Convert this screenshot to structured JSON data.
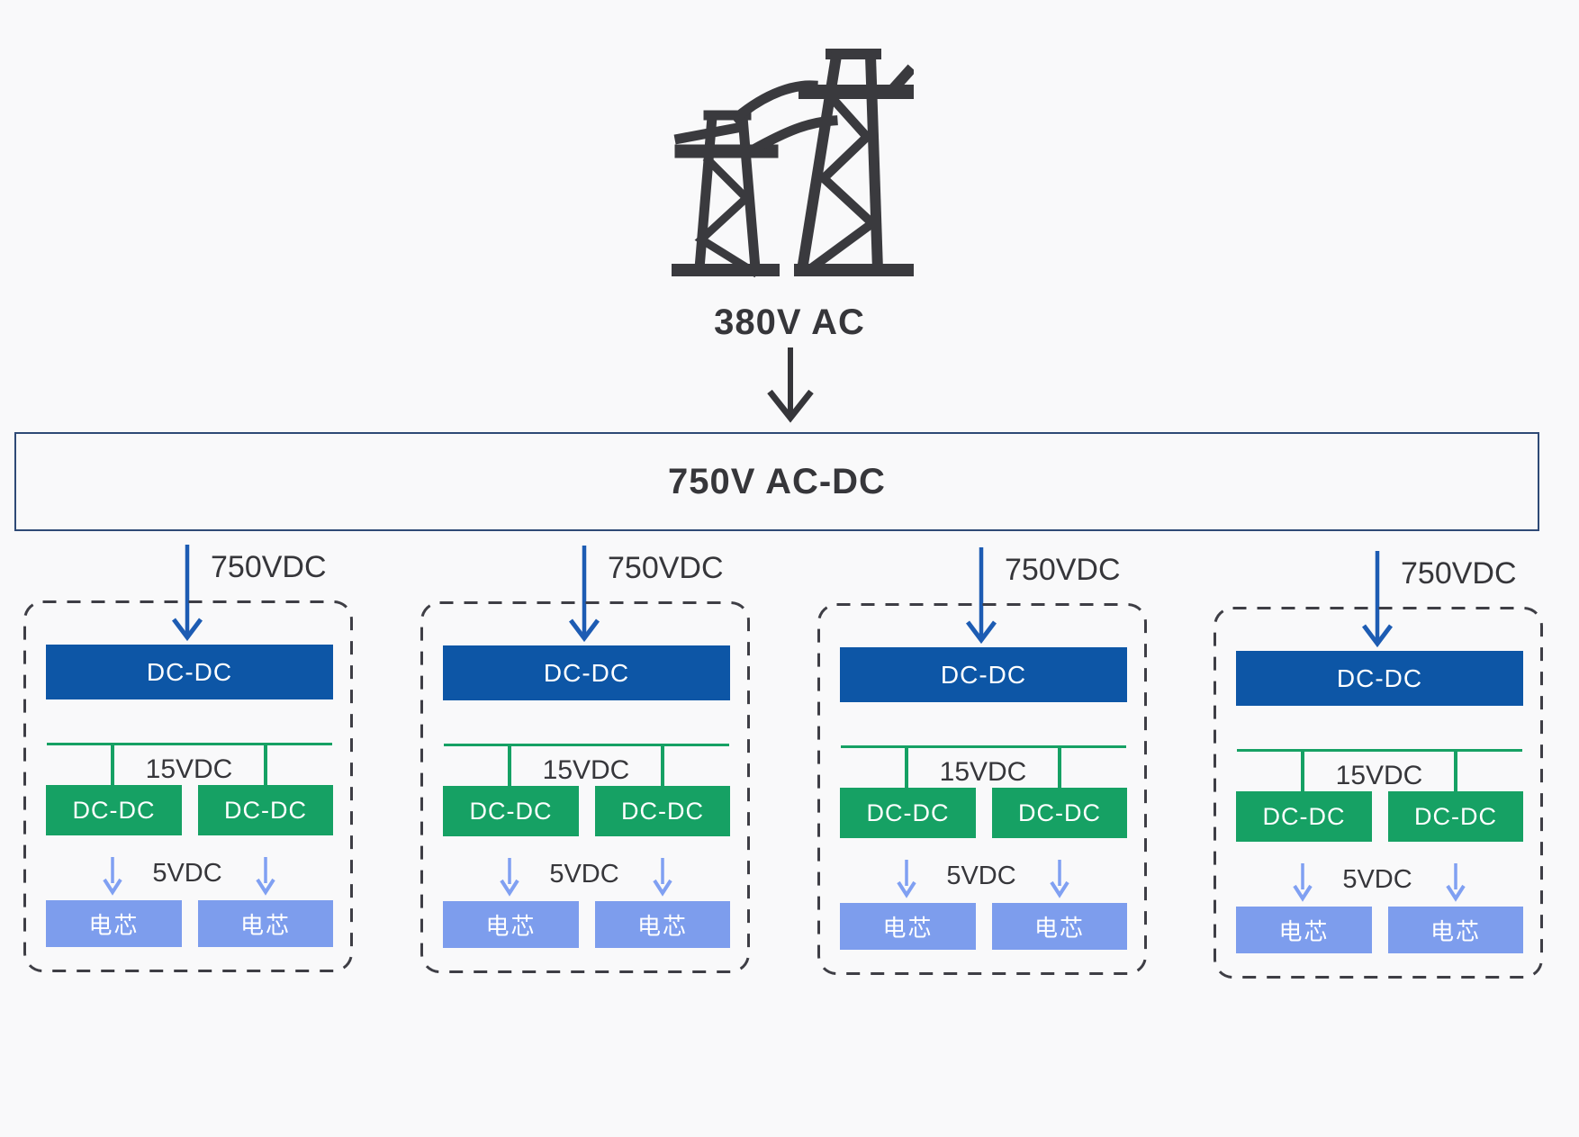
{
  "diagram": {
    "source": {
      "label": "380V AC",
      "icon": "transmission-towers-icon"
    },
    "rectifier": {
      "label": "750V AC-DC"
    },
    "branches": [
      {
        "input_label": "750VDC",
        "primary_converter": "DC-DC",
        "mid_voltage_label": "15VDC",
        "converter_left": "DC-DC",
        "converter_right": "DC-DC",
        "low_voltage_label": "5VDC",
        "cell_left": "电芯",
        "cell_right": "电芯"
      },
      {
        "input_label": "750VDC",
        "primary_converter": "DC-DC",
        "mid_voltage_label": "15VDC",
        "converter_left": "DC-DC",
        "converter_right": "DC-DC",
        "low_voltage_label": "5VDC",
        "cell_left": "电芯",
        "cell_right": "电芯"
      },
      {
        "input_label": "750VDC",
        "primary_converter": "DC-DC",
        "mid_voltage_label": "15VDC",
        "converter_left": "DC-DC",
        "converter_right": "DC-DC",
        "low_voltage_label": "5VDC",
        "cell_left": "电芯",
        "cell_right": "电芯"
      },
      {
        "input_label": "750VDC",
        "primary_converter": "DC-DC",
        "mid_voltage_label": "15VDC",
        "converter_left": "DC-DC",
        "converter_right": "DC-DC",
        "low_voltage_label": "5VDC",
        "cell_left": "电芯",
        "cell_right": "电芯"
      }
    ],
    "colors": {
      "background": "#f9f9fa",
      "primary_blue": "#0d56a6",
      "arrow_blue": "#1d5cb3",
      "green": "#16a164",
      "cell_blue": "#7d9ded",
      "arrow_light_blue": "#80a0f2",
      "text_dark": "#36363a",
      "dashed_border": "#3e3e45",
      "rectifier_border": "#2f4a76",
      "icon_dark": "#3a3a3e"
    }
  }
}
